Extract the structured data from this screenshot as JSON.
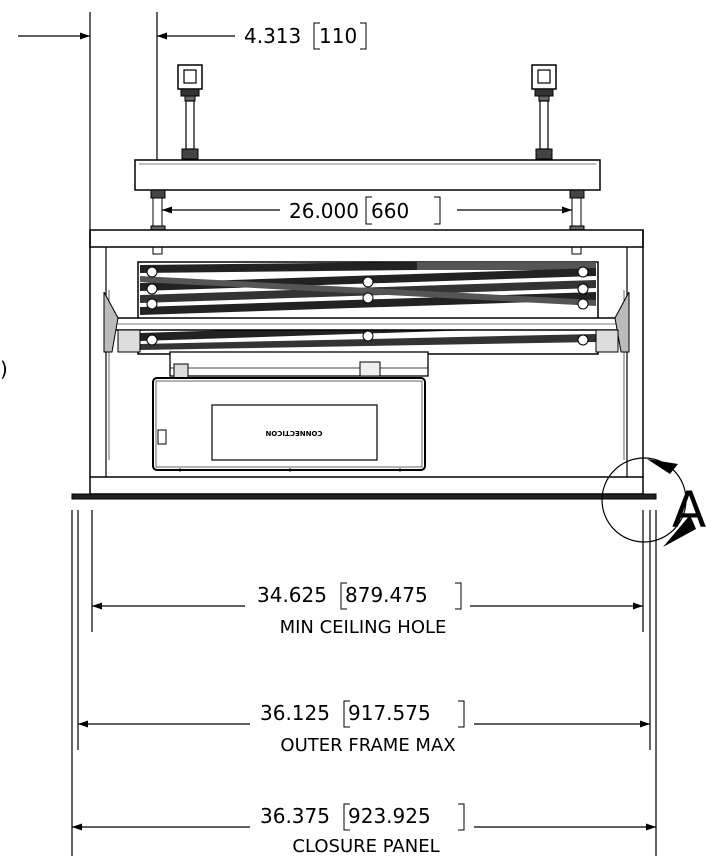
{
  "drawing": {
    "dims": {
      "offset": {
        "value": "4.313",
        "metric": "110"
      },
      "rod_spacing": {
        "value": "26.000",
        "metric": "660"
      },
      "ceiling": {
        "value": "34.625",
        "metric": "879.475",
        "label": "MIN CEILING HOLE"
      },
      "outer": {
        "value": "36.125",
        "metric": "917.575",
        "label": "OUTER FRAME MAX"
      },
      "closure": {
        "value": "36.375",
        "metric": "923.925",
        "label": "CLOSURE PANEL"
      }
    },
    "detail_callout": "A",
    "partial_text": ")",
    "projector_brand": "CONNECTICON"
  }
}
